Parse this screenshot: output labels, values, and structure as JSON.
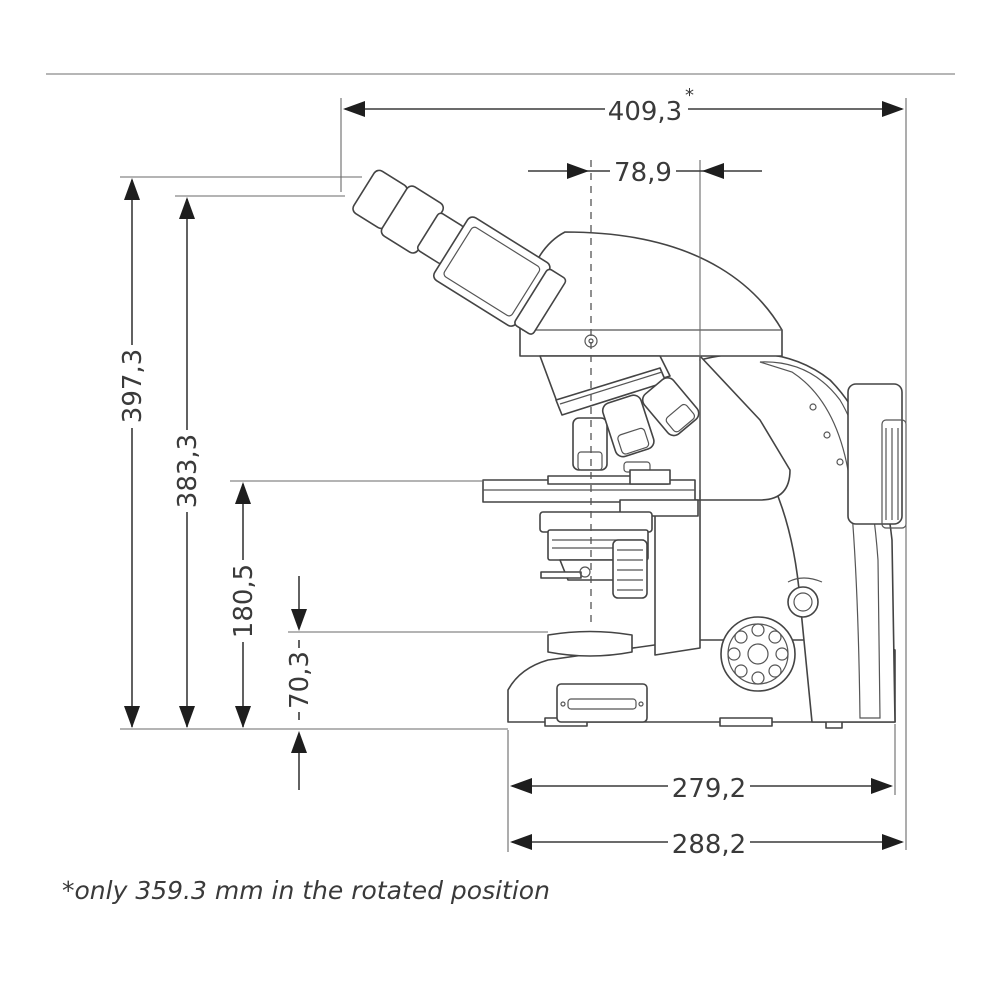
{
  "dimensions": {
    "overall_width": "409,3",
    "overall_width_mark": "*",
    "eyepiece_offset": "78,9",
    "height_total": "397,3",
    "height_eyepiece": "383,3",
    "height_stage": "180,5",
    "height_condenser": "70,3",
    "base_depth": "279,2",
    "total_depth": "288,2"
  },
  "footnote": "*only 359.3 mm in the rotated position",
  "icons": [
    "microscope-side-view-illustration"
  ],
  "colors": {
    "line": "#3a3a3a",
    "arrow": "#1e1e1e",
    "background": "#ffffff"
  }
}
